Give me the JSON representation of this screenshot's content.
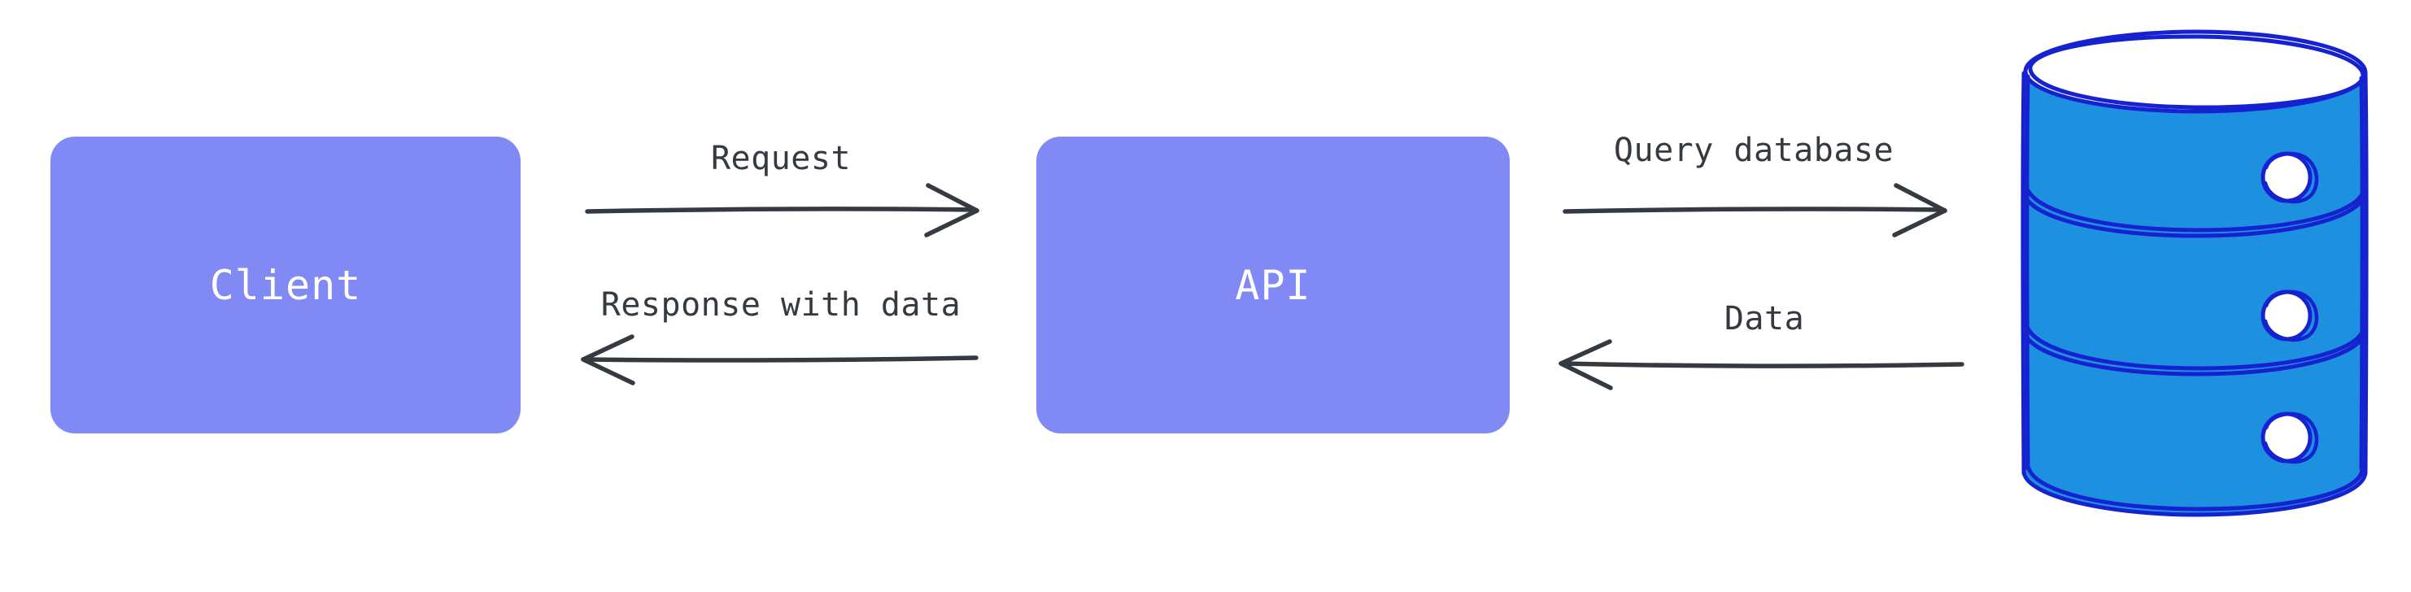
{
  "diagram": {
    "title": "Client API Database request flow",
    "background": "#ffffff",
    "nodes": [
      {
        "id": "client",
        "label": "Client",
        "shape": "rounded-rectangle",
        "fill": "#8189f5",
        "text_color": "#ffffff"
      },
      {
        "id": "api",
        "label": "API",
        "shape": "rounded-rectangle",
        "fill": "#8189f5",
        "text_color": "#ffffff"
      },
      {
        "id": "database",
        "label": "database-cylinder",
        "shape": "cylinder",
        "fill": "#1e90e0",
        "stroke": "#1622cf",
        "disk_count": 3,
        "port_count": 3
      }
    ],
    "edges": [
      {
        "id": "request",
        "label": "Request",
        "from": "client",
        "to": "api",
        "direction": "right",
        "color": "#343a40"
      },
      {
        "id": "response",
        "label": "Response with data",
        "from": "api",
        "to": "client",
        "direction": "left",
        "color": "#343a40"
      },
      {
        "id": "query",
        "label": "Query database",
        "from": "api",
        "to": "database",
        "direction": "right",
        "color": "#343a40"
      },
      {
        "id": "data",
        "label": "Data",
        "from": "database",
        "to": "api",
        "direction": "left",
        "color": "#343a40"
      }
    ]
  }
}
